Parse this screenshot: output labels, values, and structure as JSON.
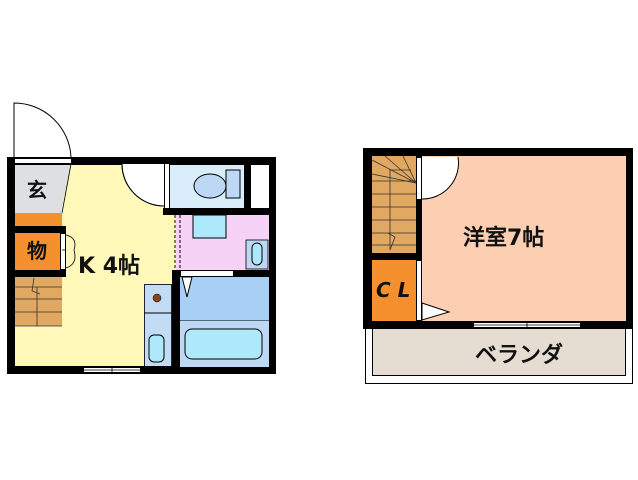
{
  "floor_plan": {
    "unit_1f": {
      "rooms": {
        "genkan": {
          "label": "玄",
          "color": "#dde0e3"
        },
        "storage": {
          "label": "物",
          "color": "#f5902e"
        },
        "kitchen": {
          "label": "K 4帖",
          "color": "#fff8b8"
        },
        "stairs": {
          "color": "#e0a860"
        },
        "toilet": {
          "color": "#d8ecfa"
        },
        "washroom": {
          "color": "#f6d2f6"
        },
        "bathroom": {
          "color": "#a8d0f5"
        },
        "kitchen_counter": {
          "color": "#c2dcf5"
        }
      }
    },
    "unit_2f": {
      "rooms": {
        "western_room": {
          "label": "洋室7帖",
          "color": "#fccfb3"
        },
        "closet": {
          "label": "C L",
          "color": "#f5902e"
        },
        "stairs": {
          "color": "#e0a860"
        },
        "veranda": {
          "label": "ベランダ",
          "color": "#e6ddd2"
        }
      }
    },
    "colors": {
      "wall": "#000000",
      "fixture_light_blue": "#aee8fb",
      "stove_burner": "#8b4513"
    }
  }
}
